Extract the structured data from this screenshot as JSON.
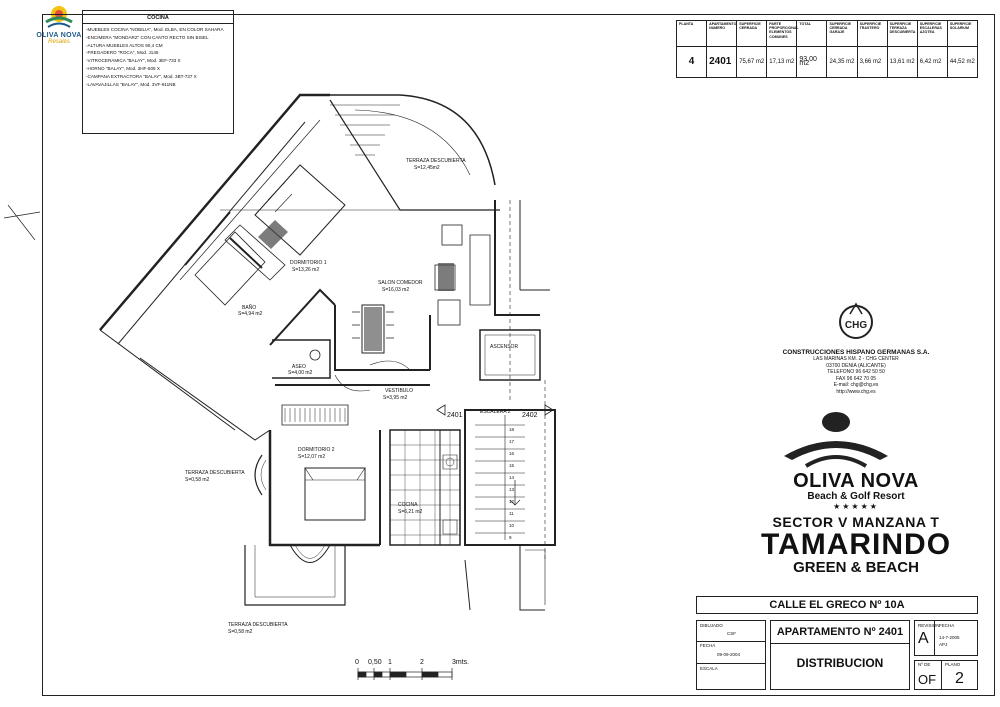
{
  "logo_top": {
    "name": "OLIVA NOVA",
    "tagline": "Resales"
  },
  "kitchen": {
    "title": "COCINA",
    "items": [
      "-MUEBLES COCINA \"NOBILIA\", Mod. ELBA, EN COLOR SAHARA",
      "-ENCIMERA \"MONDARZ\" CON CANTO RECTO SIN BISEL",
      "-ALTURA MUEBLES ALTOS 90,4 CM",
      "-FREGADERO \"ROCA\", Mod. J145",
      "-VITROCERAMICA \"BALAY\", Mod. 3EF-733 X",
      "-HORNO \"BALAY\", Mod. 3HF-505 X",
      "-CAMPANA EXTRACTORA \"BALAY\", Mod. 3BT-737 X",
      "-LAVAVAJILLAS \"BALAY\", Mod. 3VF-911NB"
    ]
  },
  "surfaces": {
    "headers": [
      "PLANTA",
      "APARTAMENTO NUMERO",
      "SUPERFICIE CERRADA",
      "PARTE PROPORCIONAL ELEMENTOS COMUNES",
      "TOTAL",
      "SUPERFICIE CERRADA GARAJE",
      "SUPERFICIE TRASTERO",
      "SUPERFICIE TERRAZA DESCUBIERTA",
      "SUPERFICIE ESCALERAS AZOTEA",
      "SUPERFICIE SOLARIUM"
    ],
    "values": [
      "4",
      "2401",
      "75,67 m2",
      "17,13 m2",
      "93,00 m2",
      "24,35 m2",
      "3,66 m2",
      "13,61 m2",
      "6,42 m2",
      "44,52 m2"
    ]
  },
  "rooms": {
    "terraza1": "TERRAZA DESCUBIERTA",
    "terraza1_s": "S=12,45m2",
    "dormitorio1": "DORMITORIO 1",
    "dormitorio1_s": "S=13,26 m2",
    "salon": "SALON COMEDOR",
    "salon_s": "S=16,03 m2",
    "bano": "BAÑO",
    "bano_s": "S=4,94 m2",
    "aseo": "ASEO",
    "aseo_s": "S=4,00 m2",
    "ascensor": "ASCENSOR",
    "vestibulo": "VESTIBULO",
    "vestibulo_s": "S=3,95 m2",
    "apt_left": "2401",
    "apt_right": "2402",
    "escalera": "ESCALERA 2",
    "dormitorio2": "DORMITORIO 2",
    "dormitorio2_s": "S=12,07 m2",
    "terraza2": "TERRAZA DESCUBIERTA",
    "terraza2_s": "S=0,58 m2",
    "cocina": "COCINA",
    "cocina_s": "S=6,21 m2",
    "terraza3": "TERRAZA DESCUBIERTA",
    "terraza3_s": "S=0,58 m2",
    "steps": [
      "18",
      "17",
      "16",
      "15",
      "14",
      "13",
      "12",
      "11",
      "10",
      "9"
    ]
  },
  "scale": {
    "ticks": [
      "0",
      "0,50",
      "1",
      "2",
      "3mts."
    ]
  },
  "company": {
    "logo": "CHG",
    "name": "CONSTRUCCIONES HISPANO GERMANAS S.A.",
    "address": [
      "LAS MARINAS KM. 2 - CHG CENTER",
      "03700 DENIA (ALICANTE)",
      "TELEFONO 96 642 50 50",
      "FAX 96 642 70 05",
      "E-mail: chg@chg.es",
      "http://www.chg.es"
    ]
  },
  "brand": {
    "name": "OLIVA NOVA",
    "sub": "Beach & Golf Resort",
    "stars": "★★★★★"
  },
  "project": {
    "sector": "SECTOR V  MANZANA T",
    "name": "TAMARINDO",
    "tag": "GREEN & BEACH"
  },
  "title_block": {
    "street": "CALLE EL GRECO Nº 10A",
    "dibujado_label": "DIBUJADO",
    "dibujado": "CSF",
    "fecha_label": "FECHA",
    "fecha": "09-09-2004",
    "escala_label": "ESCALA",
    "apartamento": "APARTAMENTO Nº 2401",
    "distribucion": "DISTRIBUCION",
    "revision_label": "REVISION",
    "revision_fecha_label": "FECHA",
    "revision": "A",
    "revision_fecha": "14-7-2005",
    "revision_by": "APJ",
    "of_label": "Nº DE",
    "plano_label": "PLANO",
    "of": "OF",
    "plano": "2"
  }
}
